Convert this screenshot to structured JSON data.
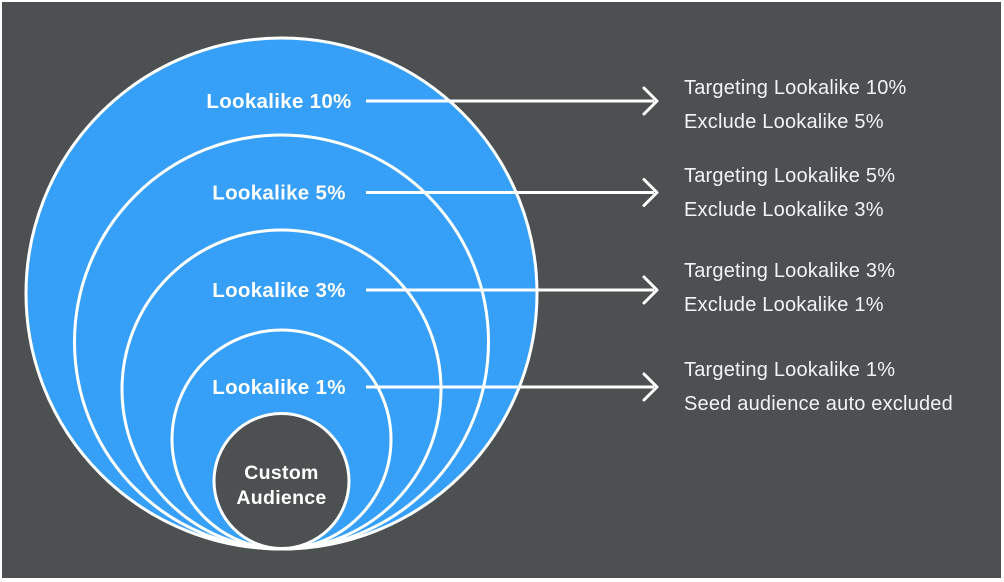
{
  "colors": {
    "background": "#4C5051",
    "circle_fill": "#369FF7",
    "outline": "#FFFFFF",
    "text": "#F2F3F4"
  },
  "diagram": {
    "rings": [
      {
        "label": "Lookalike 10%"
      },
      {
        "label": "Lookalike 5%"
      },
      {
        "label": "Lookalike 3%"
      },
      {
        "label": "Lookalike 1%"
      }
    ],
    "core": {
      "label_line1": "Custom",
      "label_line2": "Audience"
    }
  },
  "annotations": [
    {
      "line1": "Targeting Lookalike 10%",
      "line2": "Exclude Lookalike 5%"
    },
    {
      "line1": "Targeting Lookalike 5%",
      "line2": "Exclude Lookalike 3%"
    },
    {
      "line1": "Targeting Lookalike 3%",
      "line2": "Exclude Lookalike 1%"
    },
    {
      "line1": "Targeting Lookalike 1%",
      "line2": "Seed audience auto excluded"
    }
  ]
}
